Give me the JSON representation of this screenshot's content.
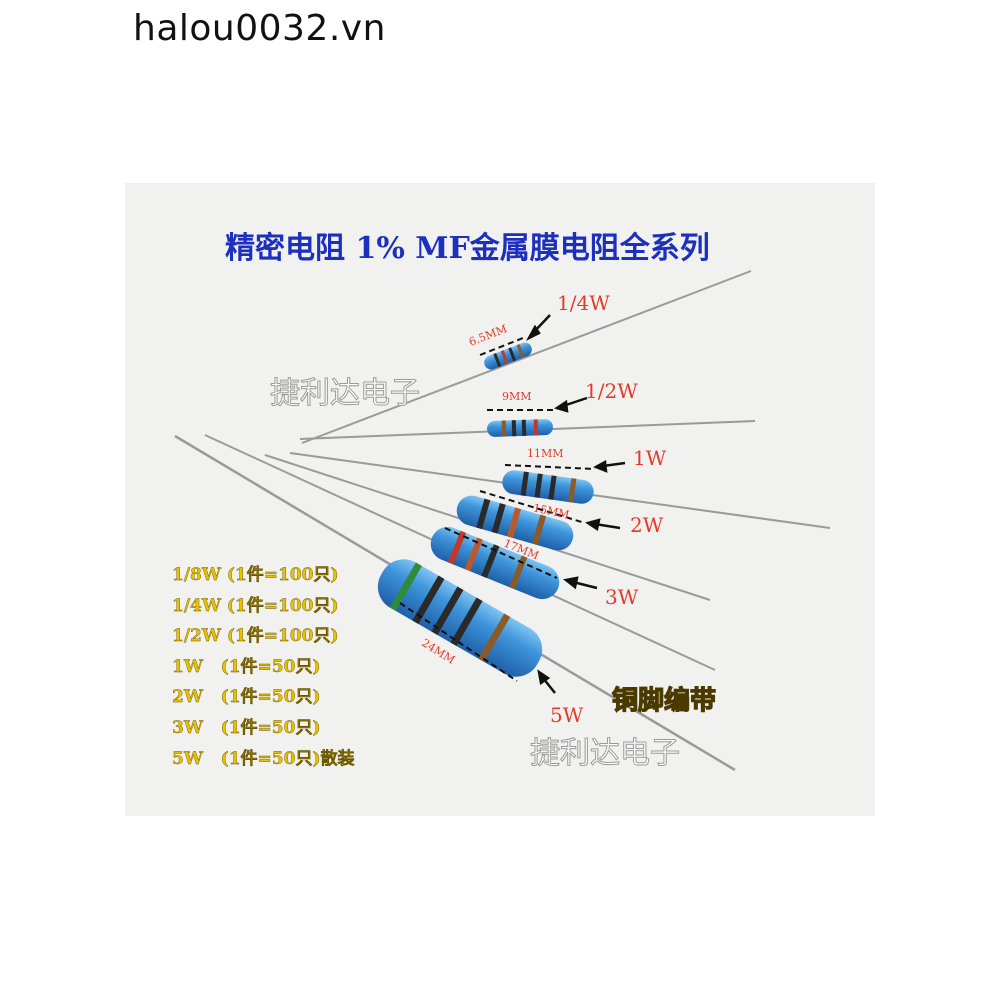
{
  "site_text": "halou0032.vn",
  "title": "精密电阻 1% MF金属膜电阻全系列",
  "watermark": "捷利达电子",
  "power_labels": [
    "1/4W",
    "1/2W",
    "1W",
    "2W",
    "3W",
    "5W"
  ],
  "dimension_labels": [
    "6.5MM",
    "9MM",
    "11MM",
    "15MM",
    "17MM",
    "24MM"
  ],
  "quantity_list": [
    "1/8W (1件=100只)",
    "1/4W (1件=100只)",
    "1/2W (1件=100只)",
    "1W   (1件=50只)",
    "2W   (1件=50只)",
    "3W   (1件=50只)",
    "5W   (1件=50只)散装"
  ],
  "tape_label": "铜脚编带",
  "colors": {
    "title": "#1d2fbf",
    "label_red": "#e23b2a",
    "resistor_body": "#3f8fd4",
    "list_yellow": "#e8c200"
  }
}
